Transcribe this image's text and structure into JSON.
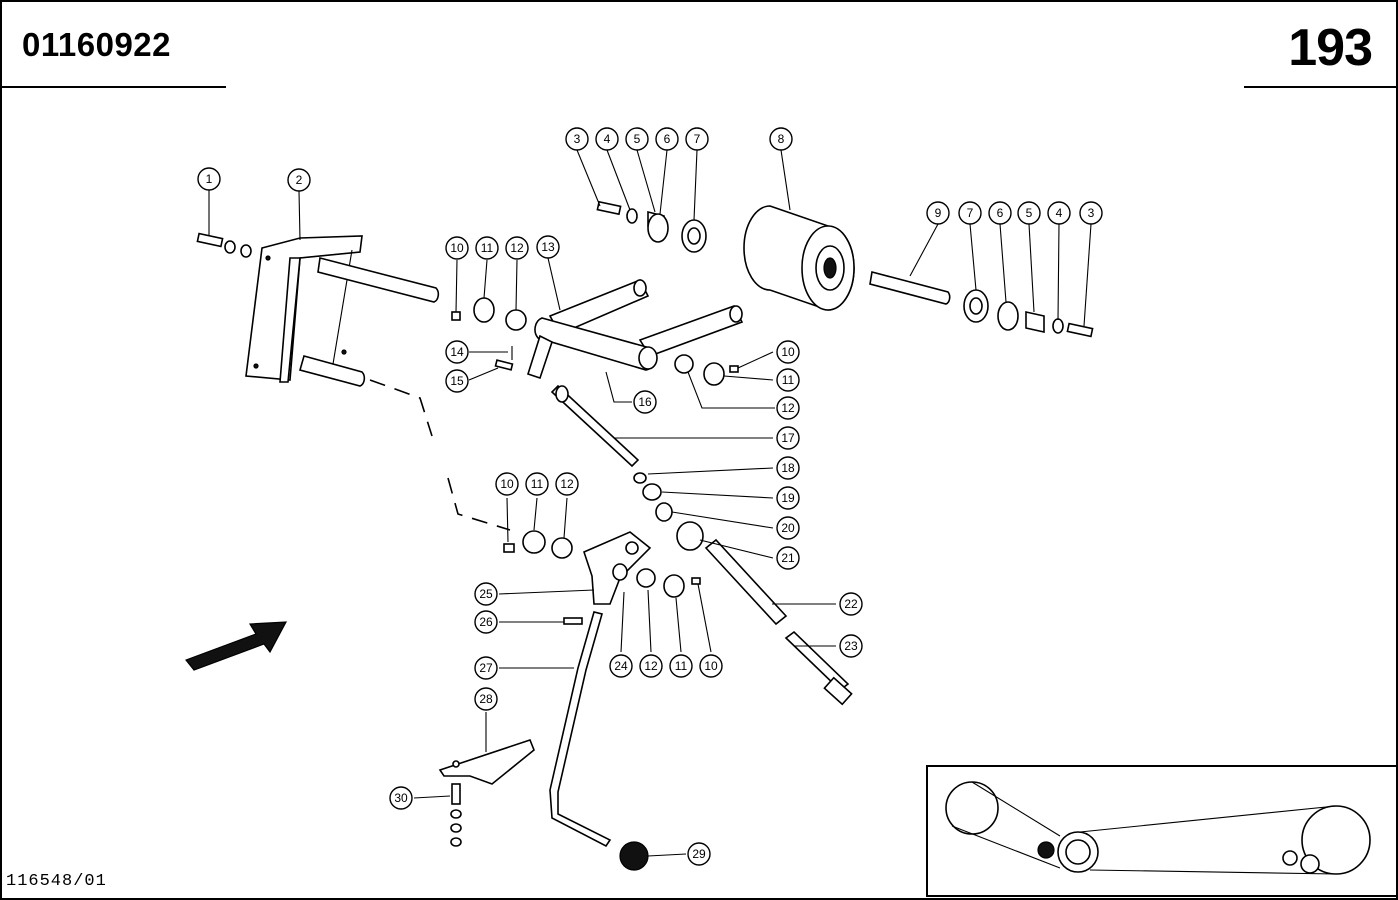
{
  "header": {
    "part_code": "01160922",
    "page_number": "193"
  },
  "footer": {
    "drawing_id": "116548/01"
  },
  "callouts": [
    {
      "id": "c1",
      "label": "1"
    },
    {
      "id": "c2",
      "label": "2"
    },
    {
      "id": "c3a",
      "label": "3"
    },
    {
      "id": "c4a",
      "label": "4"
    },
    {
      "id": "c5a",
      "label": "5"
    },
    {
      "id": "c6a",
      "label": "6"
    },
    {
      "id": "c7a",
      "label": "7"
    },
    {
      "id": "c8",
      "label": "8"
    },
    {
      "id": "c9",
      "label": "9"
    },
    {
      "id": "c7b",
      "label": "7"
    },
    {
      "id": "c6b",
      "label": "6"
    },
    {
      "id": "c5b",
      "label": "5"
    },
    {
      "id": "c4b",
      "label": "4"
    },
    {
      "id": "c3b",
      "label": "3"
    },
    {
      "id": "c10a",
      "label": "10"
    },
    {
      "id": "c11a",
      "label": "11"
    },
    {
      "id": "c12a",
      "label": "12"
    },
    {
      "id": "c13",
      "label": "13"
    },
    {
      "id": "c14",
      "label": "14"
    },
    {
      "id": "c15",
      "label": "15"
    },
    {
      "id": "c16",
      "label": "16"
    },
    {
      "id": "c10b",
      "label": "10"
    },
    {
      "id": "c11b",
      "label": "11"
    },
    {
      "id": "c12b",
      "label": "12"
    },
    {
      "id": "c17",
      "label": "17"
    },
    {
      "id": "c18",
      "label": "18"
    },
    {
      "id": "c19",
      "label": "19"
    },
    {
      "id": "c20",
      "label": "20"
    },
    {
      "id": "c21",
      "label": "21"
    },
    {
      "id": "c10c",
      "label": "10"
    },
    {
      "id": "c11c",
      "label": "11"
    },
    {
      "id": "c12c",
      "label": "12"
    },
    {
      "id": "c22",
      "label": "22"
    },
    {
      "id": "c23",
      "label": "23"
    },
    {
      "id": "c25",
      "label": "25"
    },
    {
      "id": "c26",
      "label": "26"
    },
    {
      "id": "c27",
      "label": "27"
    },
    {
      "id": "c28",
      "label": "28"
    },
    {
      "id": "c24",
      "label": "24"
    },
    {
      "id": "c12d",
      "label": "12"
    },
    {
      "id": "c11d",
      "label": "11"
    },
    {
      "id": "c10d",
      "label": "10"
    },
    {
      "id": "c29",
      "label": "29"
    },
    {
      "id": "c30",
      "label": "30"
    }
  ]
}
